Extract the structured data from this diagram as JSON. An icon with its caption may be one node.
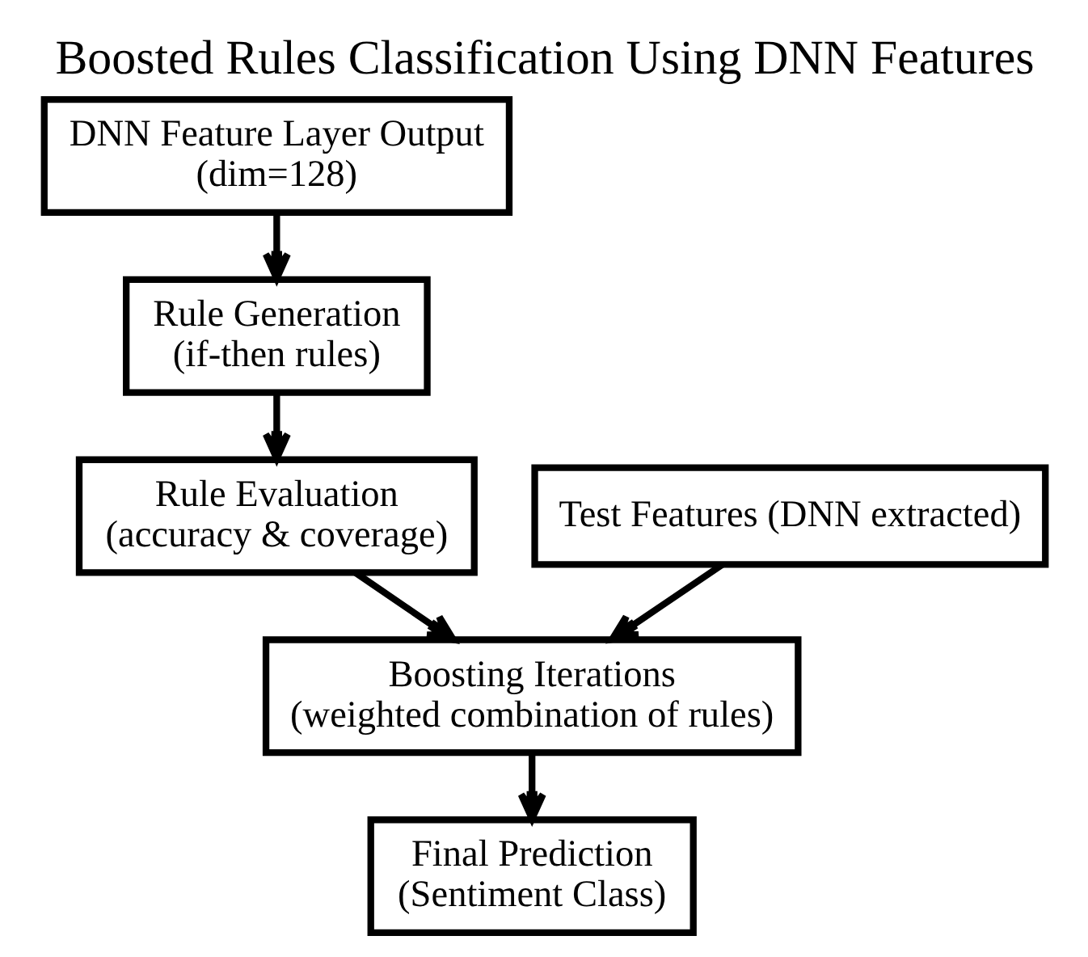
{
  "diagram": {
    "title": "Boosted Rules Classification Using DNN Features",
    "nodes": [
      {
        "text": [
          "DNN Feature Layer Output",
          "(dim=128)"
        ]
      },
      {
        "text": [
          "Rule Generation",
          "(if-then rules)"
        ]
      },
      {
        "text": [
          "Rule Evaluation",
          "(accuracy & coverage)"
        ]
      },
      {
        "text": [
          "Test Features (DNN extracted)"
        ]
      },
      {
        "text": [
          "Boosting Iterations",
          "(weighted combination of rules)"
        ]
      },
      {
        "text": [
          "Final Prediction",
          "(Sentiment Class)"
        ]
      }
    ],
    "edges": [
      {
        "from": 0,
        "to": 1,
        "arrow": "to"
      },
      {
        "from": 1,
        "to": 2,
        "arrow": "to"
      },
      {
        "from": 2,
        "to": 4,
        "arrow": "to"
      },
      {
        "from": 3,
        "to": 4,
        "arrow": "to"
      },
      {
        "from": 4,
        "to": 5,
        "arrow": "to"
      }
    ]
  }
}
